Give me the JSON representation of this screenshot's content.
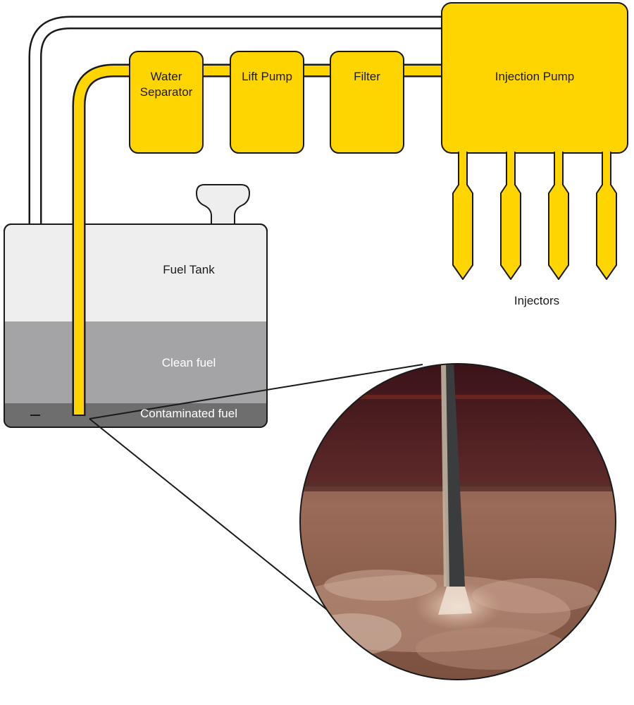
{
  "colors": {
    "fuel_line": "#ffd500",
    "outline": "#1a1a1a",
    "tank_empty": "#eeeeee",
    "clean_fuel": "#a4a4a6",
    "contaminated_fuel": "#6e6e6f",
    "return_line": "#ffffff"
  },
  "components": {
    "water_separator": "Water Separator",
    "lift_pump": "Lift Pump",
    "filter": "Filter",
    "injection_pump": "Injection Pump"
  },
  "injectors": {
    "label": "Injectors",
    "count": 4
  },
  "tank": {
    "title": "Fuel Tank",
    "clean_fuel": "Clean fuel",
    "contaminated_fuel": "Contaminated fuel"
  },
  "photo_inset": {
    "subject": "fuel-pickup-in-sediment-photo"
  }
}
